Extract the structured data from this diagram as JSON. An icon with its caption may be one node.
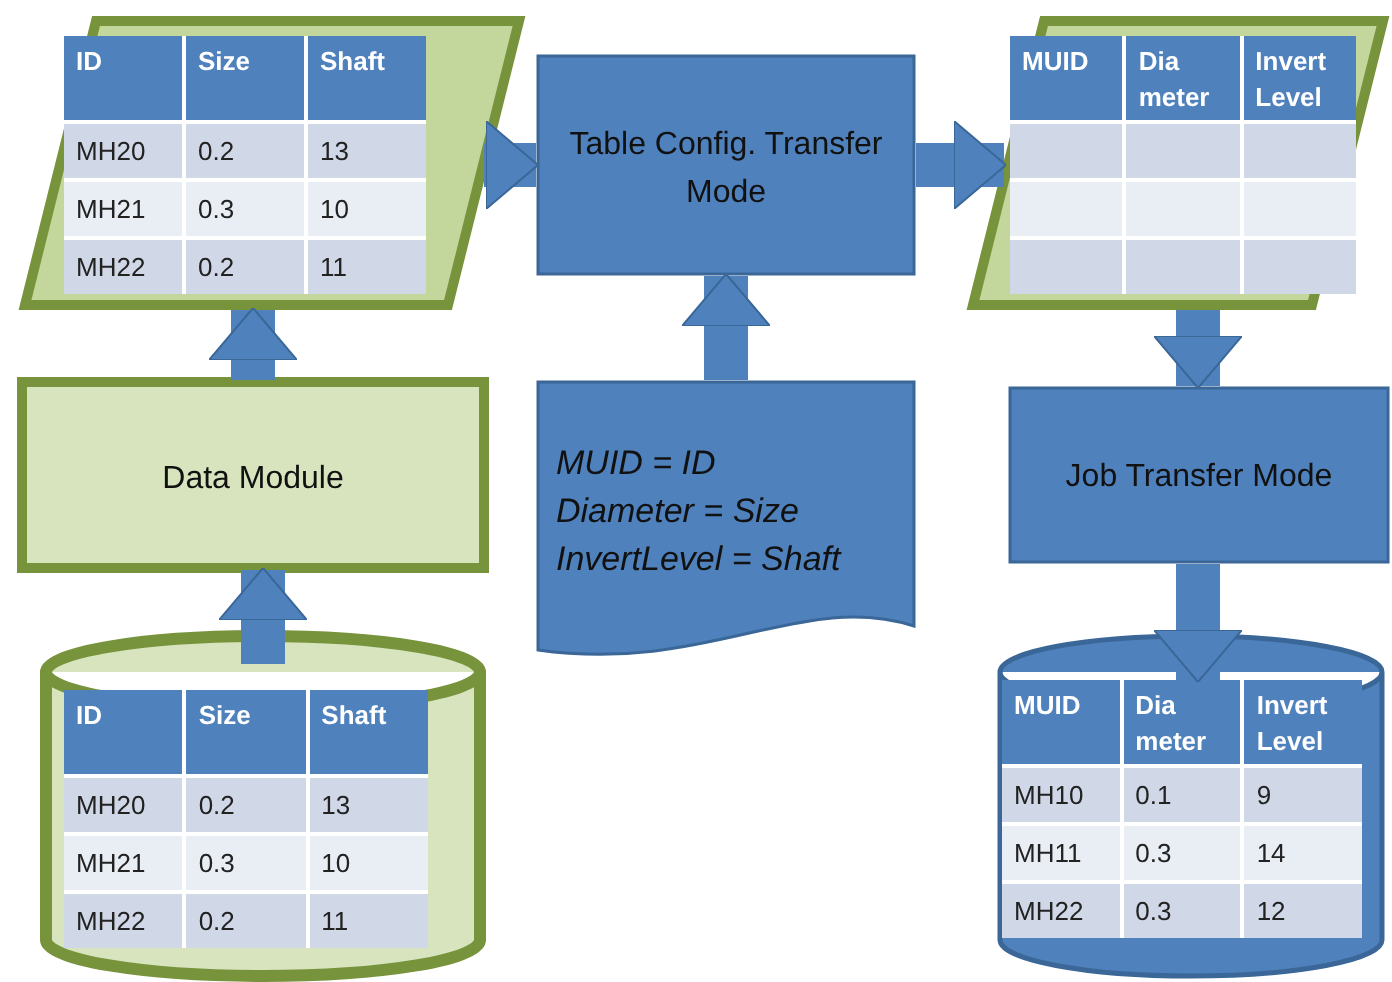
{
  "diagram": {
    "nodes": [
      {
        "text": [],
        "shape": "parallelogram"
      },
      {
        "text": [
          "Table Config. Transfer Mode"
        ]
      },
      {
        "text": [],
        "shape": "parallelogram"
      },
      {
        "text": [
          "Data Module"
        ]
      },
      {
        "text": [
          "MUID = ID",
          "Diameter = Size",
          "InvertLevel = Shaft"
        ]
      },
      {
        "text": [
          "Job Transfer  Mode"
        ]
      },
      {
        "text": [],
        "shape": "cylinder"
      },
      {
        "text": [],
        "shape": "cylinder"
      }
    ],
    "edges": [
      {
        "from": 6,
        "to": 3,
        "arrow": "to"
      },
      {
        "from": 3,
        "to": 0,
        "arrow": "to"
      },
      {
        "from": 0,
        "to": 1,
        "arrow": "to"
      },
      {
        "from": 4,
        "to": 1,
        "arrow": "to"
      },
      {
        "from": 1,
        "to": 2,
        "arrow": "to"
      },
      {
        "from": 2,
        "to": 5,
        "arrow": "to"
      },
      {
        "from": 5,
        "to": 7,
        "arrow": "to"
      }
    ],
    "labels": [
      "ID",
      "Size",
      "Shaft",
      "MH20",
      "0.2",
      "13",
      "MH21",
      "0.3",
      "10",
      "MH22",
      "0.2",
      "11",
      "MUID",
      "Dia meter",
      "Invert Level",
      "ID",
      "Size",
      "Shaft",
      "MH20",
      "0.2",
      "13",
      "MH21",
      "0.3",
      "10",
      "MH22",
      "0.2",
      "11",
      "MUID",
      "Dia meter",
      "Invert Level",
      "MH10",
      "0.1",
      "9",
      "MH11",
      "0.3",
      "14",
      "MH22",
      "0.3",
      "12"
    ]
  }
}
